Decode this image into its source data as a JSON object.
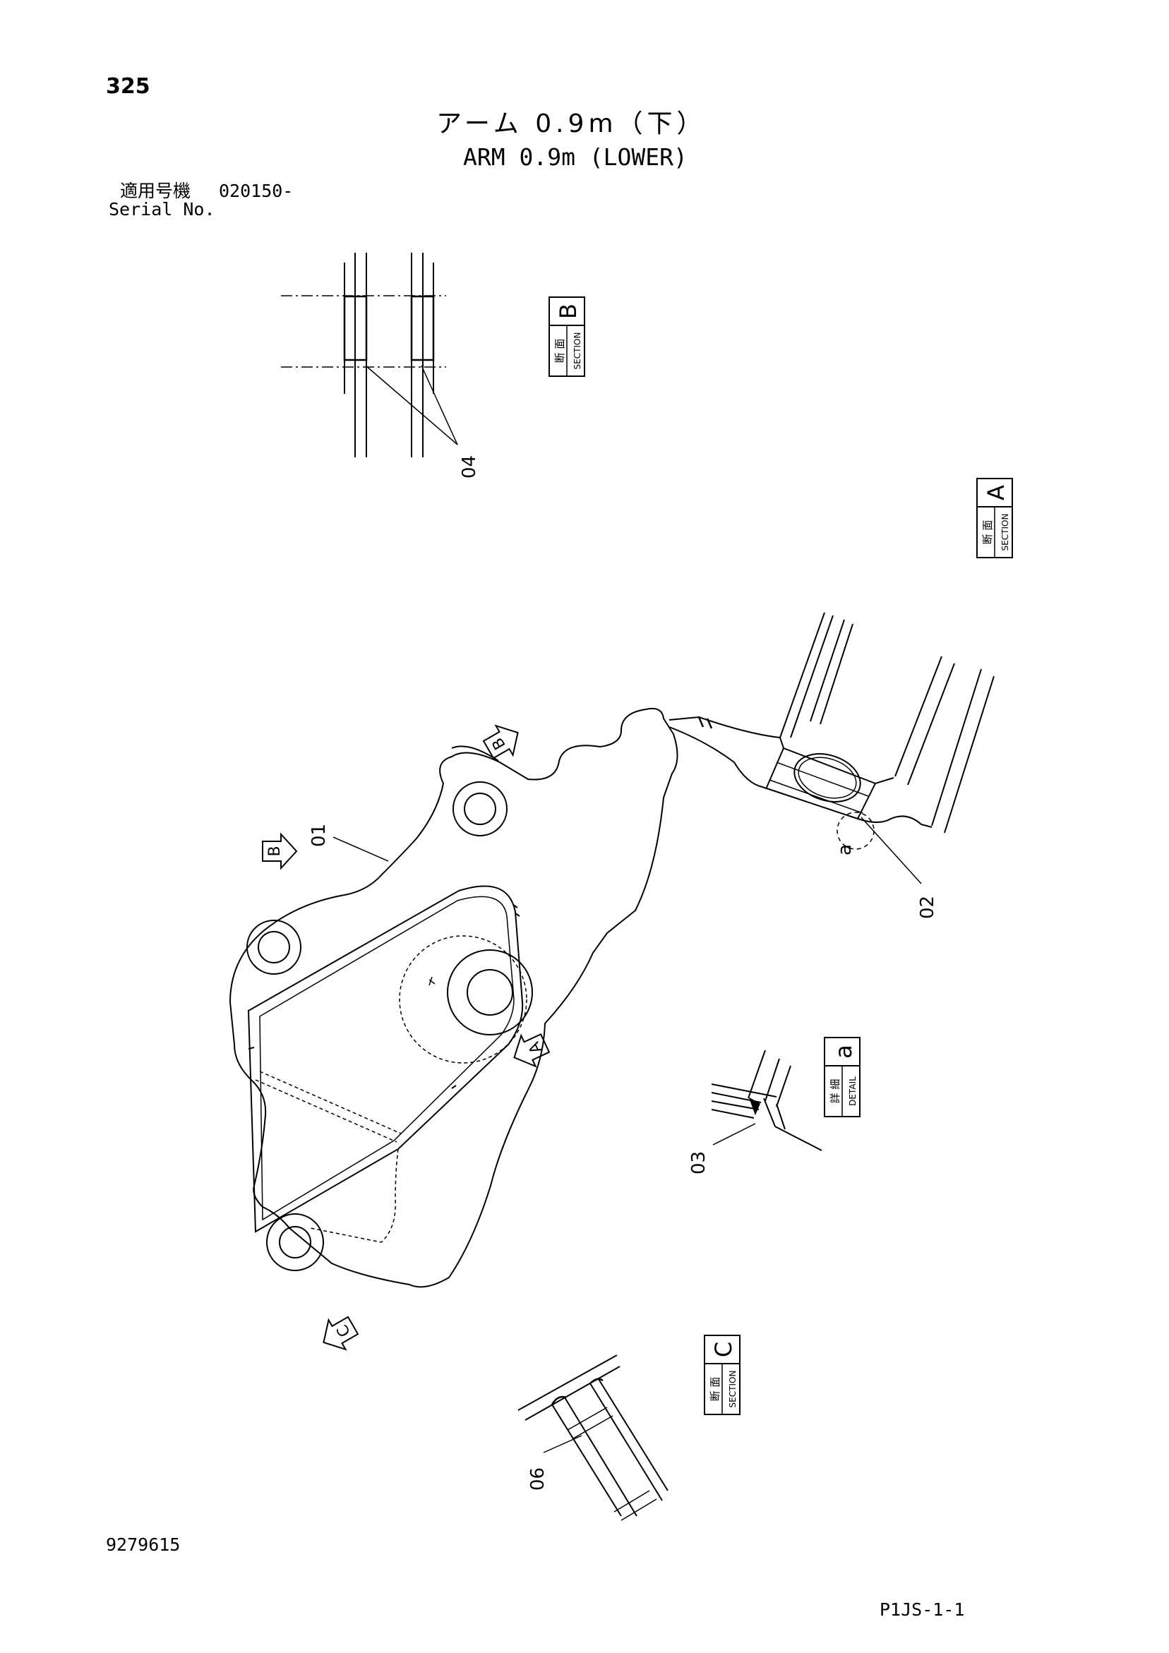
{
  "header": {
    "page_number": "325",
    "title_jp": "アーム 0.9m（下）",
    "title_en": "ARM 0.9m (LOWER)",
    "serial_label_jp": "適用号機",
    "serial_value": "020150-",
    "serial_label_en": "Serial No."
  },
  "footer": {
    "drawing_number": "9279615",
    "sheet_code": "P1JS-1-1"
  },
  "views": {
    "section_b": {
      "jp": "断 面",
      "en": "SECTION",
      "letter": "B"
    },
    "section_a": {
      "jp": "断 面",
      "en": "SECTION",
      "letter": "A"
    },
    "detail_a": {
      "jp": "詳 細",
      "en": "DETAIL",
      "letter": "a"
    },
    "section_c": {
      "jp": "断 面",
      "en": "SECTION",
      "letter": "C"
    }
  },
  "parts": {
    "p01": "01",
    "p02": "02",
    "p03": "03",
    "p04": "04",
    "p06": "06"
  },
  "markers": {
    "b": "B",
    "a": "A",
    "c": "C",
    "detail": "a"
  }
}
